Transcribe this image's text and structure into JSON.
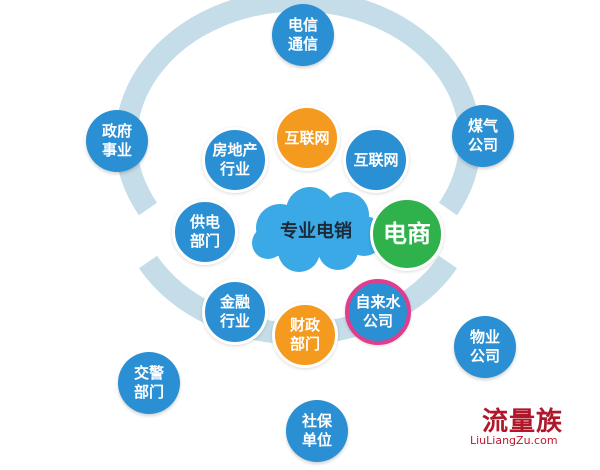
{
  "center": {
    "label": "专业电销"
  },
  "inner_nodes": {
    "internet_top": "互联网",
    "internet_right": "互联网",
    "real_estate": "房地产\n行业",
    "power_supply": "供电\n部门",
    "ecommerce": "电商",
    "finance": "金融\n行业",
    "finance_gov": "财政\n部门",
    "water": "自来水\n公司"
  },
  "outer_nodes": {
    "telecom": "电信\n通信",
    "government": "政府\n事业",
    "gas": "煤气\n公司",
    "property": "物业\n公司",
    "traffic_police": "交警\n部门",
    "social_security": "社保\n单位"
  },
  "watermark": {
    "logo_text": "流量族",
    "url": "LiuLiangZu.com"
  },
  "colors": {
    "blue": "#2b8fd3",
    "orange": "#f39a1f",
    "green": "#2fb14b",
    "magenta": "#e23d8c",
    "ring": "#c5dde8",
    "cloud": "#3aa9e6"
  }
}
